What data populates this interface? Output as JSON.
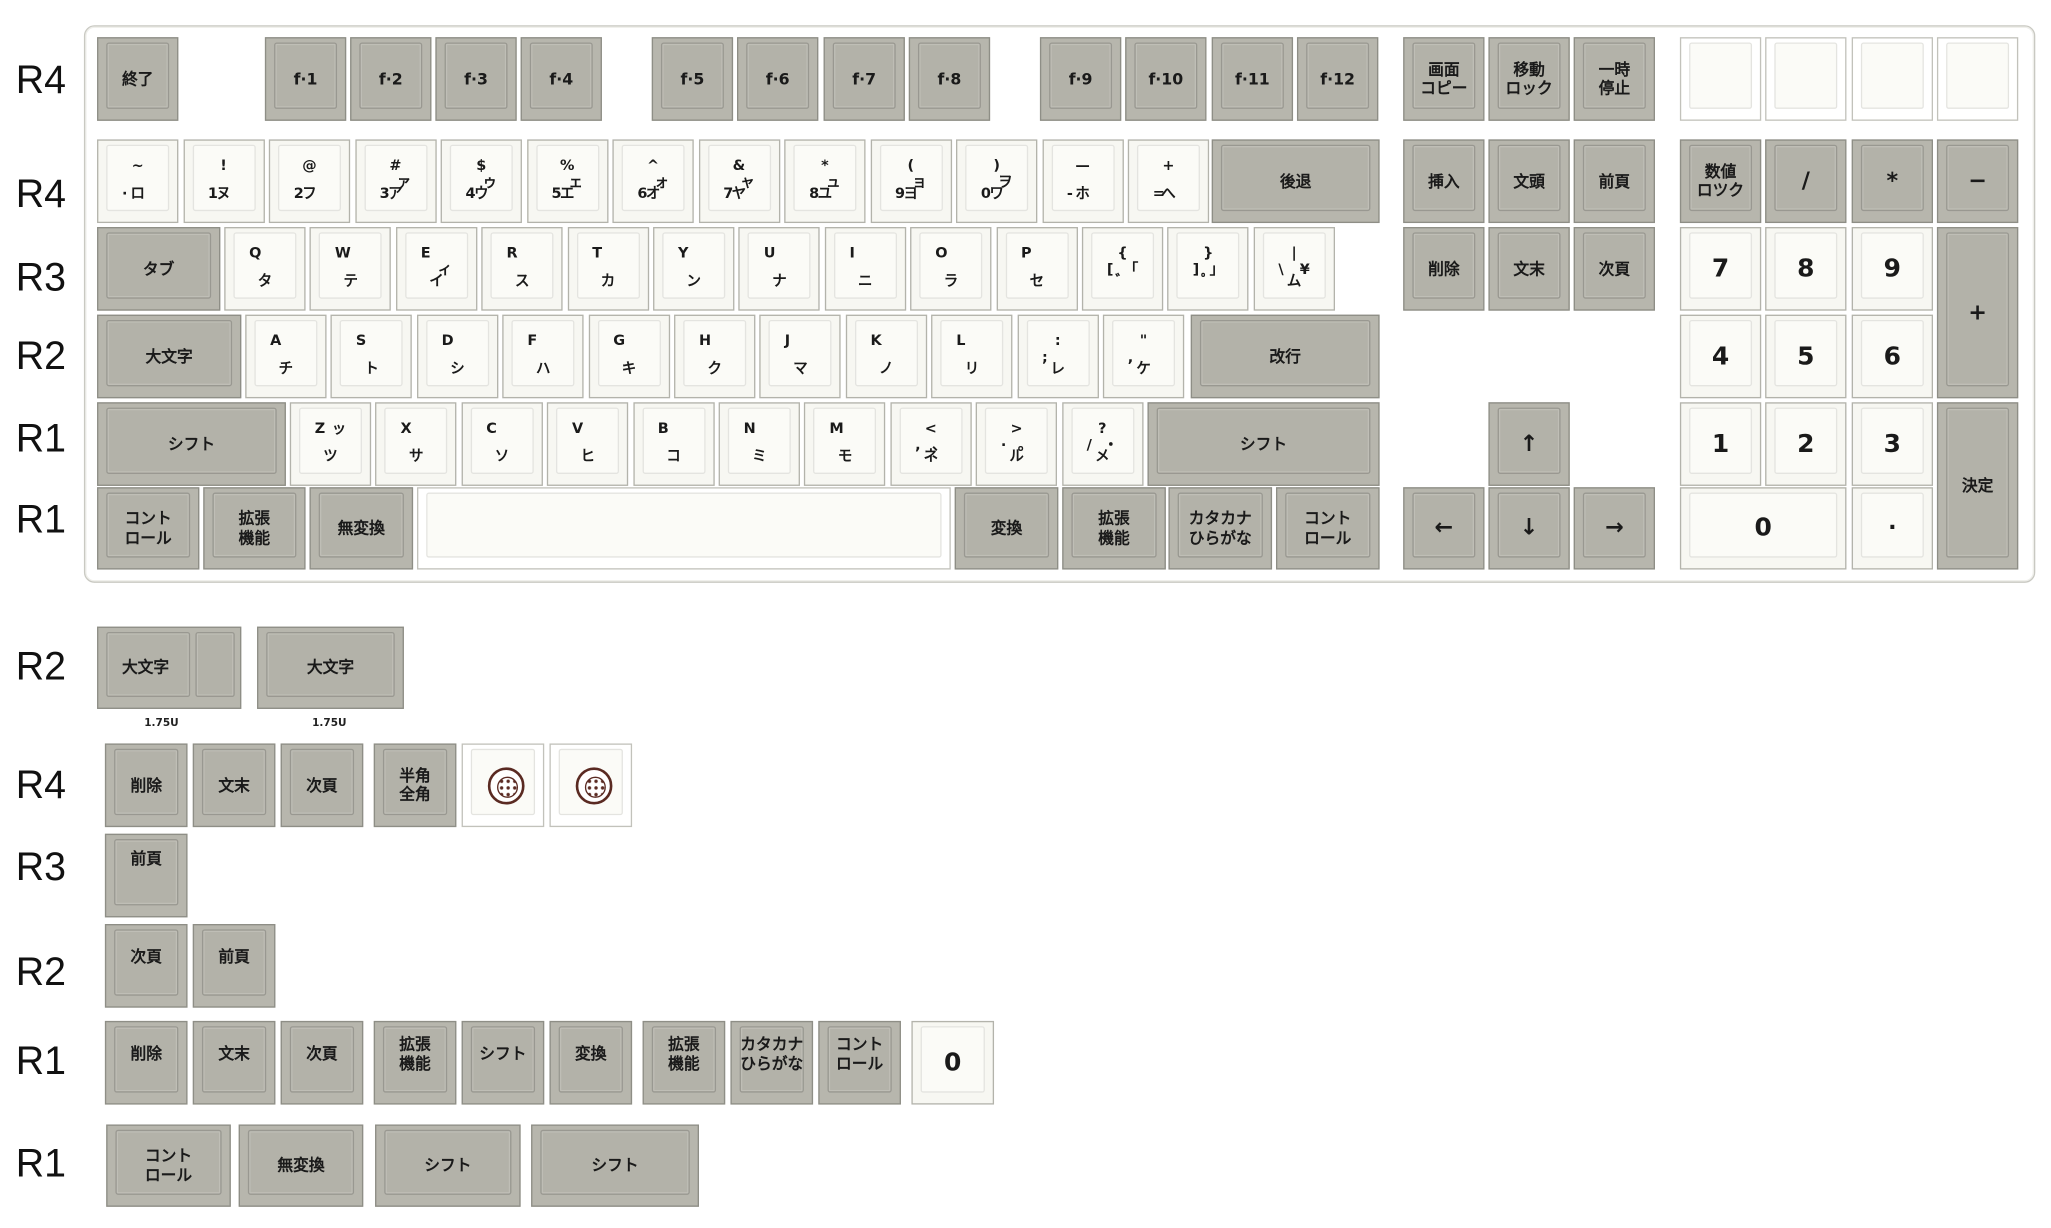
{
  "row_labels": [
    "R4",
    "R4",
    "R3",
    "R2",
    "R1",
    "R1",
    "R2",
    "R4",
    "R3",
    "R2",
    "R1",
    "R1"
  ],
  "main": {
    "fn_row": [
      "終了",
      "f·1",
      "f·2",
      "f·3",
      "f·4",
      "f·5",
      "f·6",
      "f·7",
      "f·8",
      "f·9",
      "f·10",
      "f·11",
      "f·12",
      "画面\nコピー",
      "移動\nロック",
      "一時\n停止"
    ],
    "num_row": [
      {
        "tm": "~",
        "bl": "·",
        "bm": "ロ"
      },
      {
        "tm": "!",
        "bl": "1",
        "bm": "ヌ"
      },
      {
        "tm": "@",
        "bl": "2",
        "bm": "フ"
      },
      {
        "tm": "#",
        "bl": "3",
        "bm": "ア",
        "mr": "ァ"
      },
      {
        "tm": "$",
        "bl": "4",
        "bm": "ウ",
        "mr": "ゥ"
      },
      {
        "tm": "%",
        "bl": "5",
        "bm": "エ",
        "mr": "ェ"
      },
      {
        "tm": "^",
        "bl": "6",
        "bm": "オ",
        "mr": "ォ"
      },
      {
        "tm": "&",
        "bl": "7",
        "bm": "ヤ",
        "mr": "ャ"
      },
      {
        "tm": "*",
        "bl": "8",
        "bm": "ユ",
        "mr": "ュ"
      },
      {
        "tm": "(",
        "bl": "9",
        "bm": "ヨ",
        "mr": "ョ"
      },
      {
        "tm": ")",
        "bl": "0",
        "bm": "ワ",
        "mr": "ヲ"
      },
      {
        "tm": "—",
        "bl": "-",
        "bm": "ホ"
      },
      {
        "tm": "+",
        "bl": "=",
        "bm": "へ"
      }
    ],
    "backspace": "後退",
    "nav_top": [
      "挿入",
      "文頭",
      "前頁"
    ],
    "nav_mid": [
      "削除",
      "文末",
      "次頁"
    ],
    "tab": "タブ",
    "top_row": [
      {
        "tl": "Q",
        "bm": "タ"
      },
      {
        "tl": "W",
        "bm": "テ"
      },
      {
        "tl": "E",
        "bm": "イ",
        "mr": "ィ"
      },
      {
        "tl": "R",
        "bm": "ス"
      },
      {
        "tl": "T",
        "bm": "カ"
      },
      {
        "tl": "Y",
        "bm": "ン"
      },
      {
        "tl": "U",
        "bm": "ナ"
      },
      {
        "tl": "I",
        "bm": "ニ"
      },
      {
        "tl": "O",
        "bm": "ラ"
      },
      {
        "tl": "P",
        "bm": "セ"
      },
      {
        "tm": "{",
        "ml": "[",
        "bm": "゛",
        "mr": "「"
      },
      {
        "tm": "}",
        "ml": "]",
        "bm": "゜",
        "mr": "」"
      },
      {
        "tm": "|",
        "ml": "\\",
        "bm": "ム",
        "mr": "¥"
      }
    ],
    "caps": "大文字",
    "home_row": [
      {
        "tl": "A",
        "bm": "チ"
      },
      {
        "tl": "S",
        "bm": "ト"
      },
      {
        "tl": "D",
        "bm": "シ"
      },
      {
        "tl": "F",
        "bm": "ハ"
      },
      {
        "tl": "G",
        "bm": "キ"
      },
      {
        "tl": "H",
        "bm": "ク"
      },
      {
        "tl": "J",
        "bm": "マ"
      },
      {
        "tl": "K",
        "bm": "ノ"
      },
      {
        "tl": "L",
        "bm": "リ"
      },
      {
        "ml": ";",
        "tm": ":",
        "bm": "レ"
      },
      {
        "ml": ",",
        "tm": "\"",
        "bm": "ケ"
      }
    ],
    "enter": "改行",
    "shift": "シフト",
    "bottom_row": [
      {
        "tl": "Z",
        "bm": "ツ",
        "tr": "ッ"
      },
      {
        "tl": "X",
        "bm": "サ"
      },
      {
        "tl": "C",
        "bm": "ソ"
      },
      {
        "tl": "V",
        "bm": "ヒ"
      },
      {
        "tl": "B",
        "bm": "コ"
      },
      {
        "tl": "N",
        "bm": "ミ"
      },
      {
        "tl": "M",
        "bm": "モ"
      },
      {
        "tm": "<",
        "ml": ",",
        "bm": "ネ",
        "mr": "、"
      },
      {
        "tm": ">",
        "ml": "·",
        "bm": "ル",
        "mr": "。"
      },
      {
        "tm": "?",
        "ml": "/",
        "bm": "メ",
        "mr": "・"
      }
    ],
    "space_row": [
      "コント\nロール",
      "拡張\n機能",
      "無変換",
      "",
      "変換",
      "拡張\n機能",
      "カタカナ\nひらがな",
      "コント\nロール"
    ],
    "arrows": {
      "up": "↑",
      "left": "←",
      "down": "↓",
      "right": "→"
    },
    "numpad": {
      "lock": "数値\nロツク",
      "slash": "/",
      "star": "*",
      "minus": "−",
      "r1": [
        "7",
        "8",
        "9"
      ],
      "plus": "+",
      "r2": [
        "4",
        "5",
        "6"
      ],
      "r3": [
        "1",
        "2",
        "3"
      ],
      "enter": "決定",
      "zero": "0",
      "dot": "·"
    }
  },
  "extras": {
    "caps_row": [
      "大文字",
      "大文字"
    ],
    "caps_sizes": [
      "1.75U",
      "1.75U"
    ],
    "r4": [
      "削除",
      "文末",
      "次頁",
      "半角\n全角"
    ],
    "r3": [
      "前頁"
    ],
    "r2": [
      "次頁",
      "前頁"
    ],
    "r1a": [
      "削除",
      "文末",
      "次頁",
      "拡張\n機能",
      "シフト",
      "変換",
      "拡張\n機能",
      "カタカナ\nひらがな",
      "コント\nロール",
      "0"
    ],
    "r1b": [
      "コント\nロール",
      "無変換",
      "シフト",
      "シフト"
    ]
  }
}
